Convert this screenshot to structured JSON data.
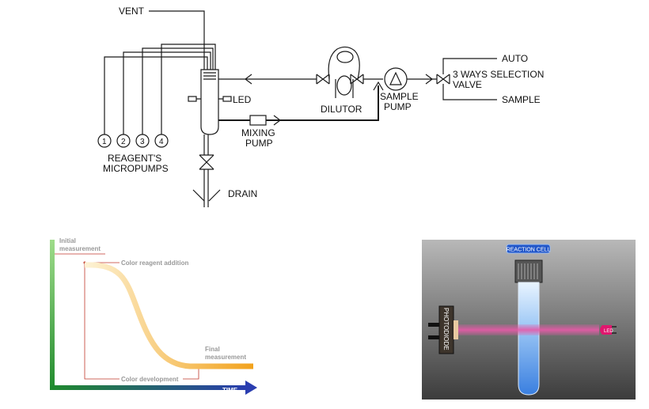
{
  "schematic": {
    "vent_label": "VENT",
    "led_label": "LED",
    "drain_label": "DRAIN",
    "mixing_pump_line1": "MIXING",
    "mixing_pump_line2": "PUMP",
    "dilutor_label": "DILUTOR",
    "sample_pump_line1": "SAMPLE",
    "sample_pump_line2": "PUMP",
    "valve_line1": "3 WAYS SELECTION",
    "valve_line2": "VALVE",
    "auto_label": "AUTO",
    "sample_label": "SAMPLE",
    "reagent_numbers": [
      "1",
      "2",
      "3",
      "4"
    ],
    "reagents_line1": "REAGENT'S",
    "reagents_line2": "MICROPUMPS"
  },
  "curve": {
    "initial_line1": "Initial",
    "initial_line2": "measurement",
    "color_reagent_addition": "Color reagent addition",
    "final_line1": "Final",
    "final_line2": "measurement",
    "color_development": "Color development",
    "time_label": "TIME",
    "colors": {
      "y_axis": "#2e9b3a",
      "x_axis": "#2a3db0",
      "curve_start": "#fdf3d6",
      "curve_end": "#f2a21c",
      "guide": "#c0392b"
    }
  },
  "cell": {
    "reaction_cell_label": "REACTION CELL",
    "photodiode_label": "PHOTODIODE",
    "led_label": "LED",
    "colors": {
      "beam": "#e75aa8",
      "led": "#e0176e",
      "tube_liquid": "#3a7fe0"
    }
  }
}
